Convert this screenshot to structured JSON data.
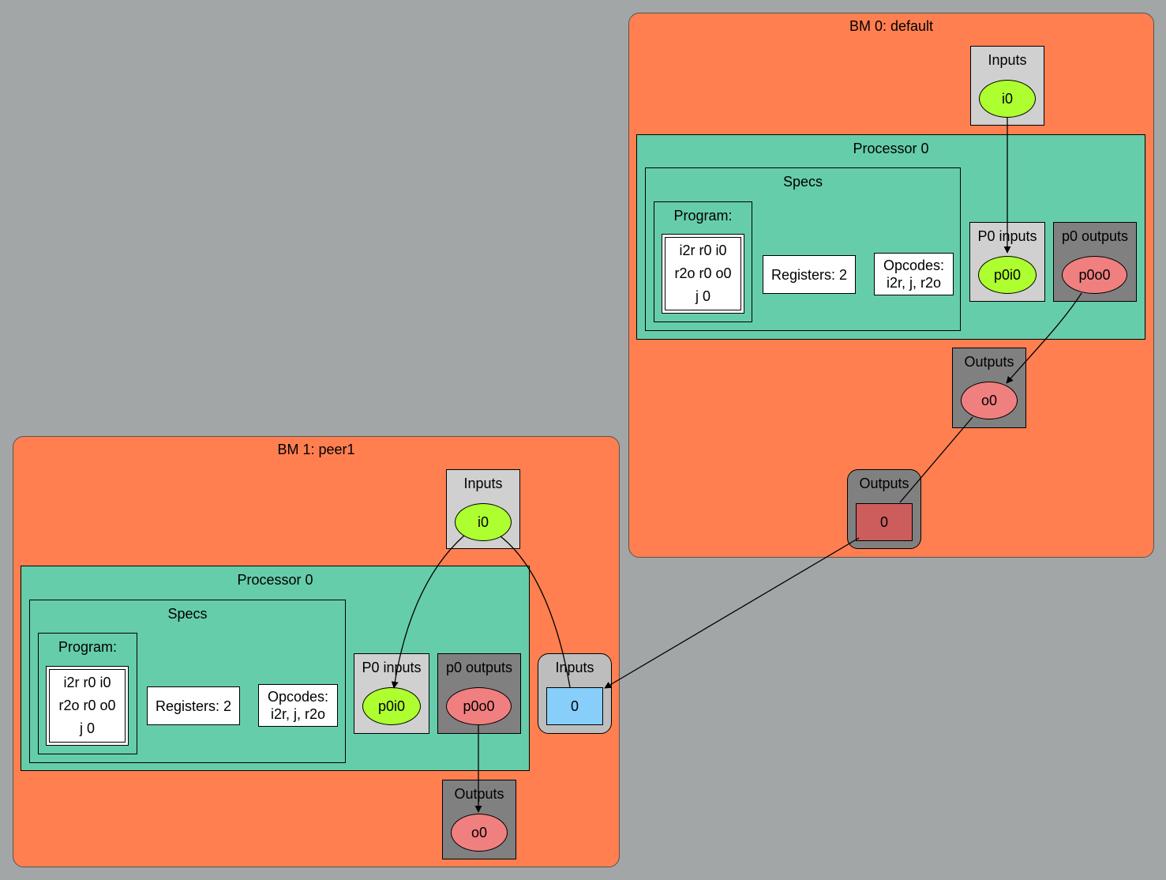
{
  "bm0": {
    "title": "BM 0: default",
    "inputs_title": "Inputs",
    "input_node": "i0",
    "processor_title": "Processor 0",
    "specs_title": "Specs",
    "program_title": "Program:",
    "program_lines": [
      "i2r r0 i0",
      "r2o r0 o0",
      "j 0"
    ],
    "registers": "Registers: 2",
    "opcodes_line1": "Opcodes:",
    "opcodes_line2": "i2r, j, r2o",
    "p_inputs_title": "P0 inputs",
    "p_input_node": "p0i0",
    "p_outputs_title": "p0 outputs",
    "p_output_node": "p0o0",
    "outputs_title": "Outputs",
    "output_node": "o0",
    "route_outputs_title": "Outputs",
    "route_output_node": "0"
  },
  "bm1": {
    "title": "BM 1: peer1",
    "inputs_title": "Inputs",
    "input_node": "i0",
    "processor_title": "Processor 0",
    "specs_title": "Specs",
    "program_title": "Program:",
    "program_lines": [
      "i2r r0 i0",
      "r2o r0 o0",
      "j 0"
    ],
    "registers": "Registers: 2",
    "opcodes_line1": "Opcodes:",
    "opcodes_line2": "i2r, j, r2o",
    "p_inputs_title": "P0 inputs",
    "p_input_node": "p0i0",
    "p_outputs_title": "p0 outputs",
    "p_output_node": "p0o0",
    "outputs_title": "Outputs",
    "output_node": "o0",
    "route_inputs_title": "Inputs",
    "route_input_node": "0"
  },
  "colors": {
    "background": "#a2a6a6",
    "bm_fill": "#ff7f50",
    "processor_fill": "#66cdaa",
    "input_node": "#adff2f",
    "output_node": "#f08080",
    "route_input": "#87cefa",
    "route_output": "#cd5c5c"
  },
  "edges": [
    {
      "from": "bm0.i0",
      "to": "bm0.p0i0"
    },
    {
      "from": "bm0.p0o0",
      "to": "bm0.o0"
    },
    {
      "from": "bm0.o0",
      "to": "bm0.route_out_0",
      "arrow": false
    },
    {
      "from": "bm0.route_out_0",
      "to": "bm1.route_in_0"
    },
    {
      "from": "bm1.i0",
      "to": "bm1.p0i0"
    },
    {
      "from": "bm1.i0",
      "to": "bm1.route_in_0",
      "arrow": false
    },
    {
      "from": "bm1.p0o0",
      "to": "bm1.o0"
    }
  ]
}
